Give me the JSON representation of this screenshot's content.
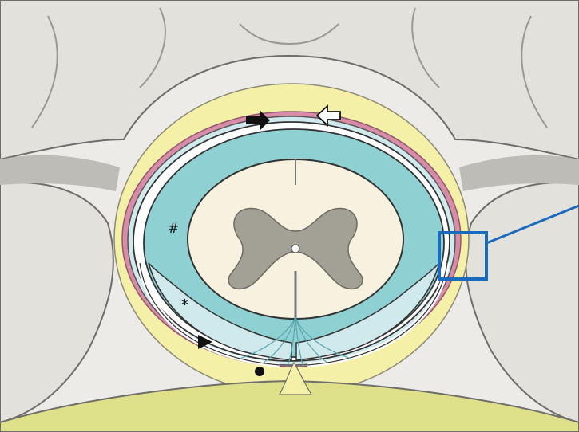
{
  "figure": {
    "labels": {
      "hash": "#",
      "asterisk": "*"
    },
    "markers": [
      {
        "name": "black-arrow",
        "icon": "filled-arrow-right"
      },
      {
        "name": "outline-arrow",
        "icon": "outline-arrow-left"
      },
      {
        "name": "arrowhead",
        "icon": "filled-triangle-right"
      },
      {
        "name": "dot",
        "icon": "filled-circle"
      },
      {
        "name": "highlight-box",
        "icon": "blue-square-outline"
      }
    ],
    "colors": {
      "background": "#ecebe8",
      "bone": "#e2e1dc",
      "bone_shadow": "#6e6d69",
      "epidural_fat": "#f5f0a8",
      "dura_pink": "#d98ca7",
      "csf_teal": "#8fd0d3",
      "pale_blue": "#cfe9ec",
      "cord_white_matter": "#f7f2df",
      "cord_grey_matter": "#a3a196",
      "disc_yellow": "#dfe08a",
      "highlight_blue": "#1a6bbd"
    }
  }
}
